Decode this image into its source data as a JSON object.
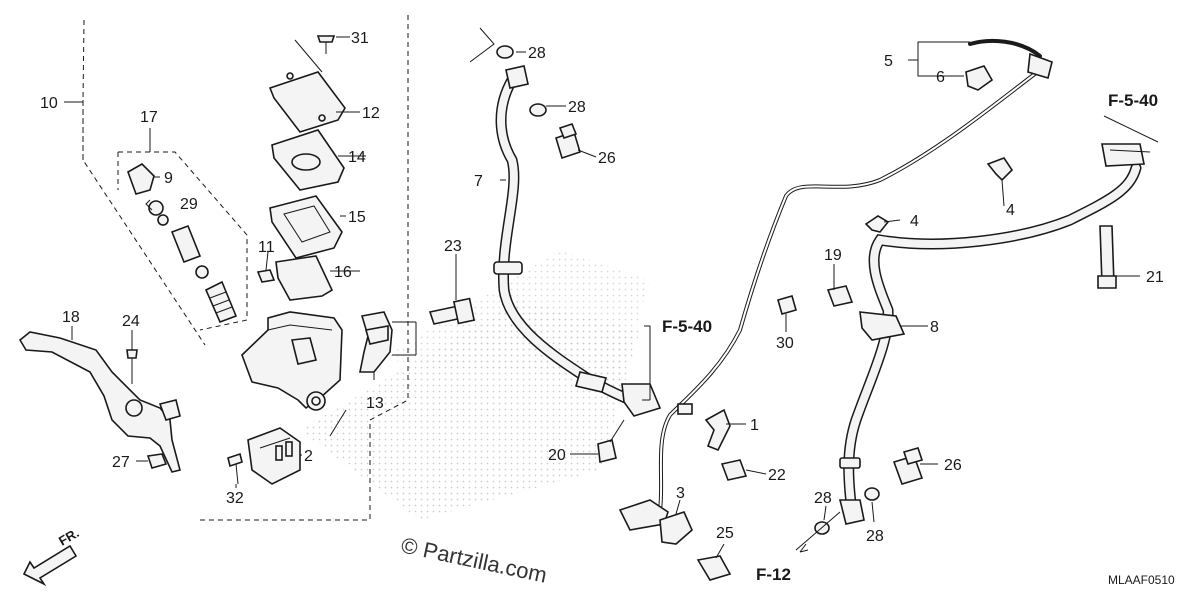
{
  "labels": {
    "l1": "1",
    "l2": "2",
    "l3": "3",
    "l4a": "4",
    "l4b": "4",
    "l5": "5",
    "l6": "6",
    "l7": "7",
    "l8": "8",
    "l9": "9",
    "l10": "10",
    "l11": "11",
    "l12": "12",
    "l13": "13",
    "l14": "14",
    "l15": "15",
    "l16": "16",
    "l17": "17",
    "l18": "18",
    "l19": "19",
    "l20": "20",
    "l21": "21",
    "l22": "22",
    "l23": "23",
    "l24": "24",
    "l25": "25",
    "l26a": "26",
    "l26b": "26",
    "l27": "27",
    "l28a": "28",
    "l28b": "28",
    "l28c": "28",
    "l28d": "28",
    "l29": "29",
    "l30": "30",
    "l31": "31",
    "l32": "32"
  },
  "refs": {
    "f540_top": "F-5-40",
    "f540_mid": "F-5-40",
    "f12": "F-12"
  },
  "direction_label": "FR.",
  "watermark": "© Partzilla.com",
  "diagram_code": "MLAAF0510",
  "colors": {
    "ink": "#1a1a1a",
    "part_fill": "#f4f4f4",
    "background": "#ffffff"
  }
}
